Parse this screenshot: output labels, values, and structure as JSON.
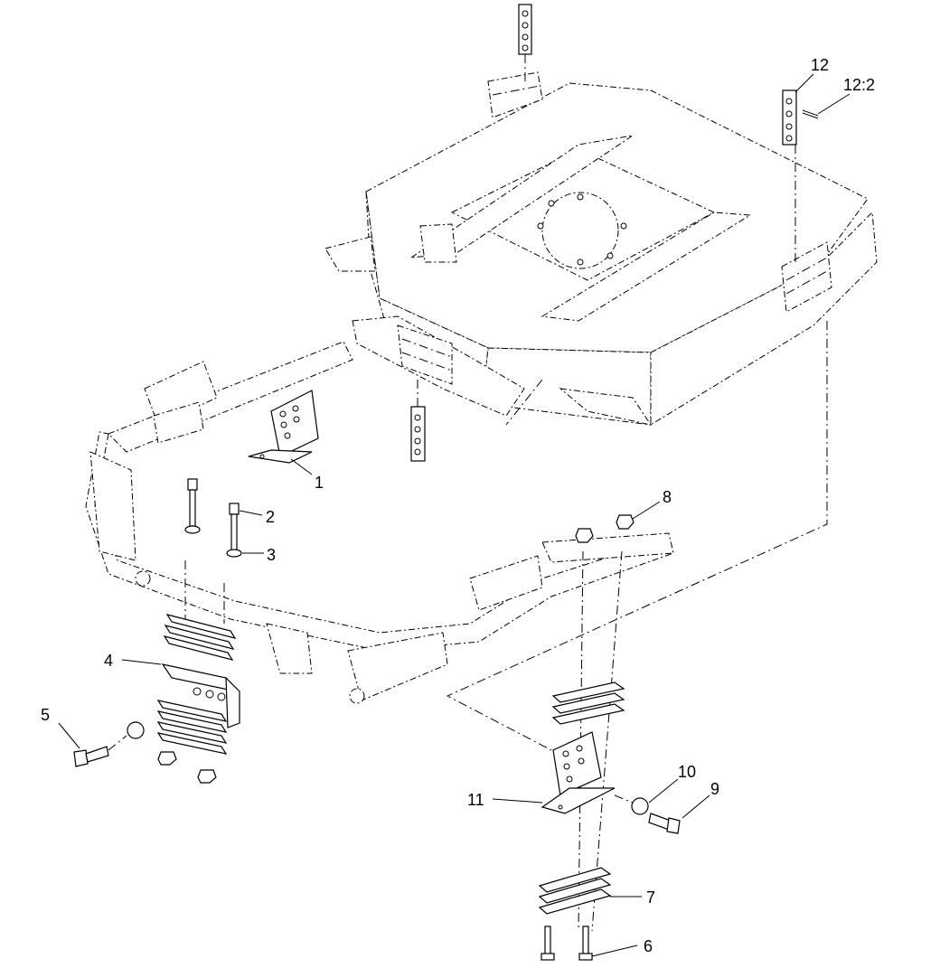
{
  "callouts": [
    {
      "id": "c1",
      "label": "1"
    },
    {
      "id": "c2",
      "label": "2"
    },
    {
      "id": "c3",
      "label": "3"
    },
    {
      "id": "c4",
      "label": "4"
    },
    {
      "id": "c5",
      "label": "5"
    },
    {
      "id": "c6",
      "label": "6"
    },
    {
      "id": "c7",
      "label": "7"
    },
    {
      "id": "c8",
      "label": "8"
    },
    {
      "id": "c9",
      "label": "9"
    },
    {
      "id": "c10",
      "label": "10"
    },
    {
      "id": "c11",
      "label": "11"
    },
    {
      "id": "c12",
      "label": "12"
    },
    {
      "id": "c12_2",
      "label": "12:2"
    }
  ]
}
